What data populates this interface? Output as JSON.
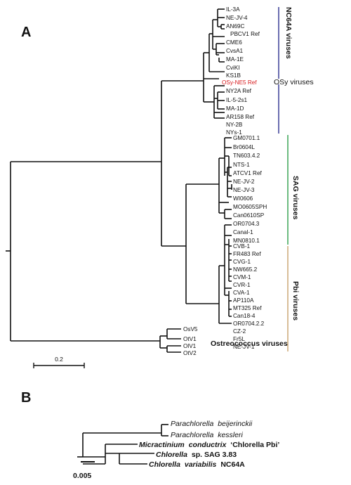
{
  "panelA": {
    "letter": "A",
    "leaves": {
      "il3a": "IL-3A",
      "nejv4": "NE-JV-4",
      "an69c": "AN69C",
      "pbcv1": "PBCV1 Ref",
      "cme6": "CME6",
      "cvsa1": "CvsA1",
      "ma1e": "MA-1E",
      "cvikl": "CviKI",
      "ks1b": "KS1B",
      "osyne5": "OSy-NE5 Ref",
      "ny2a": "NY2A Ref",
      "il52s1": "IL-5-2s1",
      "ma1d": "MA-1D",
      "ar158": "AR158 Ref",
      "ny2b": "NY-2B",
      "nys1": "NYs-1",
      "gm0701": "GM0701.1",
      "br0604l": "Br0604L",
      "tn603": "TN603.4.2",
      "nts1": "NTS-1",
      "atcv1": "ATCV1 Ref",
      "nejv2": "NE-JV-2",
      "nejv3": "NE-JV-3",
      "wi0606": "WI0606",
      "mo0605": "MO0605SPH",
      "can0610": "Can0610SP",
      "or0704": "OR0704.3",
      "canal1": "Canal-1",
      "mn0810": "MN0810.1",
      "cvb1": "CVB-1",
      "fr483": "FR483 Ref",
      "cvg1": "CVG-1",
      "nw665": "NW665.2",
      "cvm1": "CVM-1",
      "cvr1": "CVR-1",
      "cva1": "CVA-1",
      "ap110a": "AP110A",
      "mt325": "MT325 Ref",
      "can184": "Can18-4",
      "or07042": "OR0704.2.2",
      "cz2": "CZ-2",
      "fr5l": "Fr5L",
      "nejv1": "NE-JV-1",
      "osv5": "OsV5",
      "otv1": "OtV1",
      "olv1": "OlV1",
      "otv2": "OtV2"
    },
    "groups": {
      "nc64a": "NC64A viruses",
      "osy": "OSy viruses",
      "sag": "SAG viruses",
      "pbi": "Pbi viruses",
      "ostreo": "Ostreococcus viruses"
    },
    "group_colors": {
      "nc64a": "#2b2f8f",
      "sag": "#2e9e4a",
      "pbi": "#c9a36b",
      "highlight": "#d7191c"
    },
    "scale": "0.2"
  },
  "panelB": {
    "letter": "B",
    "leaves": {
      "beij_genus": "Parachlorella",
      "beij_sp": "beijerinckii",
      "kess_genus": "Parachlorella",
      "kess_sp": "kessleri",
      "micr_genus": "Micractinium",
      "micr_sp": "conductrix",
      "micr_strain": "‘Chlorella Pbi’",
      "sag_genus": "Chlorella",
      "sag_sp": "sp. SAG 3.83",
      "var_genus": "Chlorella",
      "var_sp": "variabilis",
      "var_strain": "NC64A"
    },
    "scale": "0.005"
  }
}
